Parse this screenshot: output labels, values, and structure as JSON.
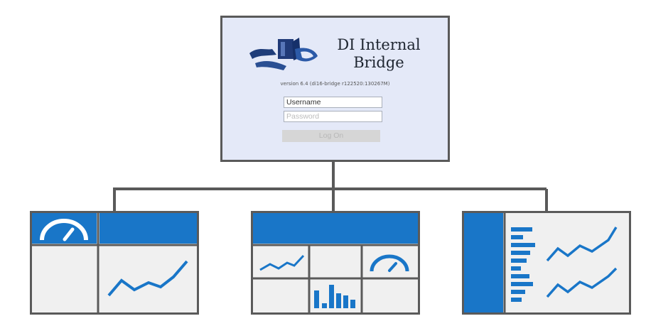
{
  "login": {
    "title": "DI Internal\nBridge",
    "version": "version 6.4 (di16-bridge r122520:130267M)",
    "username_value": "Username",
    "password_placeholder": "Password",
    "logon_label": "Log On"
  },
  "colors": {
    "panel_bg": "#e4e9f8",
    "border": "#5a5a5a",
    "accent": "#1976c8",
    "card_bg": "#f0f0f0"
  },
  "icons": [
    "bridge-logo-icon",
    "gauge-icon",
    "line-chart-icon",
    "bar-chart-icon",
    "horizontal-bar-chart-icon"
  ]
}
